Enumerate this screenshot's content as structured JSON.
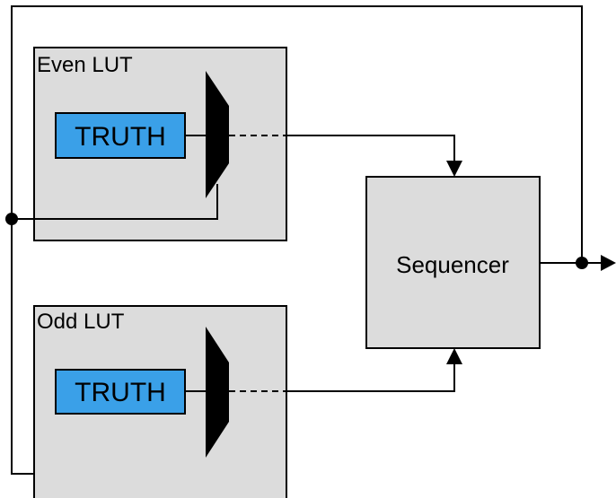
{
  "diagram": {
    "even_lut": {
      "title": "Even LUT",
      "truth_label": "TRUTH"
    },
    "odd_lut": {
      "title": "Odd LUT",
      "truth_label": "TRUTH"
    },
    "sequencer": {
      "label": "Sequencer"
    }
  },
  "colors": {
    "block_fill": "#dcdcdc",
    "truth_fill": "#3aa0e8",
    "line": "#000000"
  }
}
